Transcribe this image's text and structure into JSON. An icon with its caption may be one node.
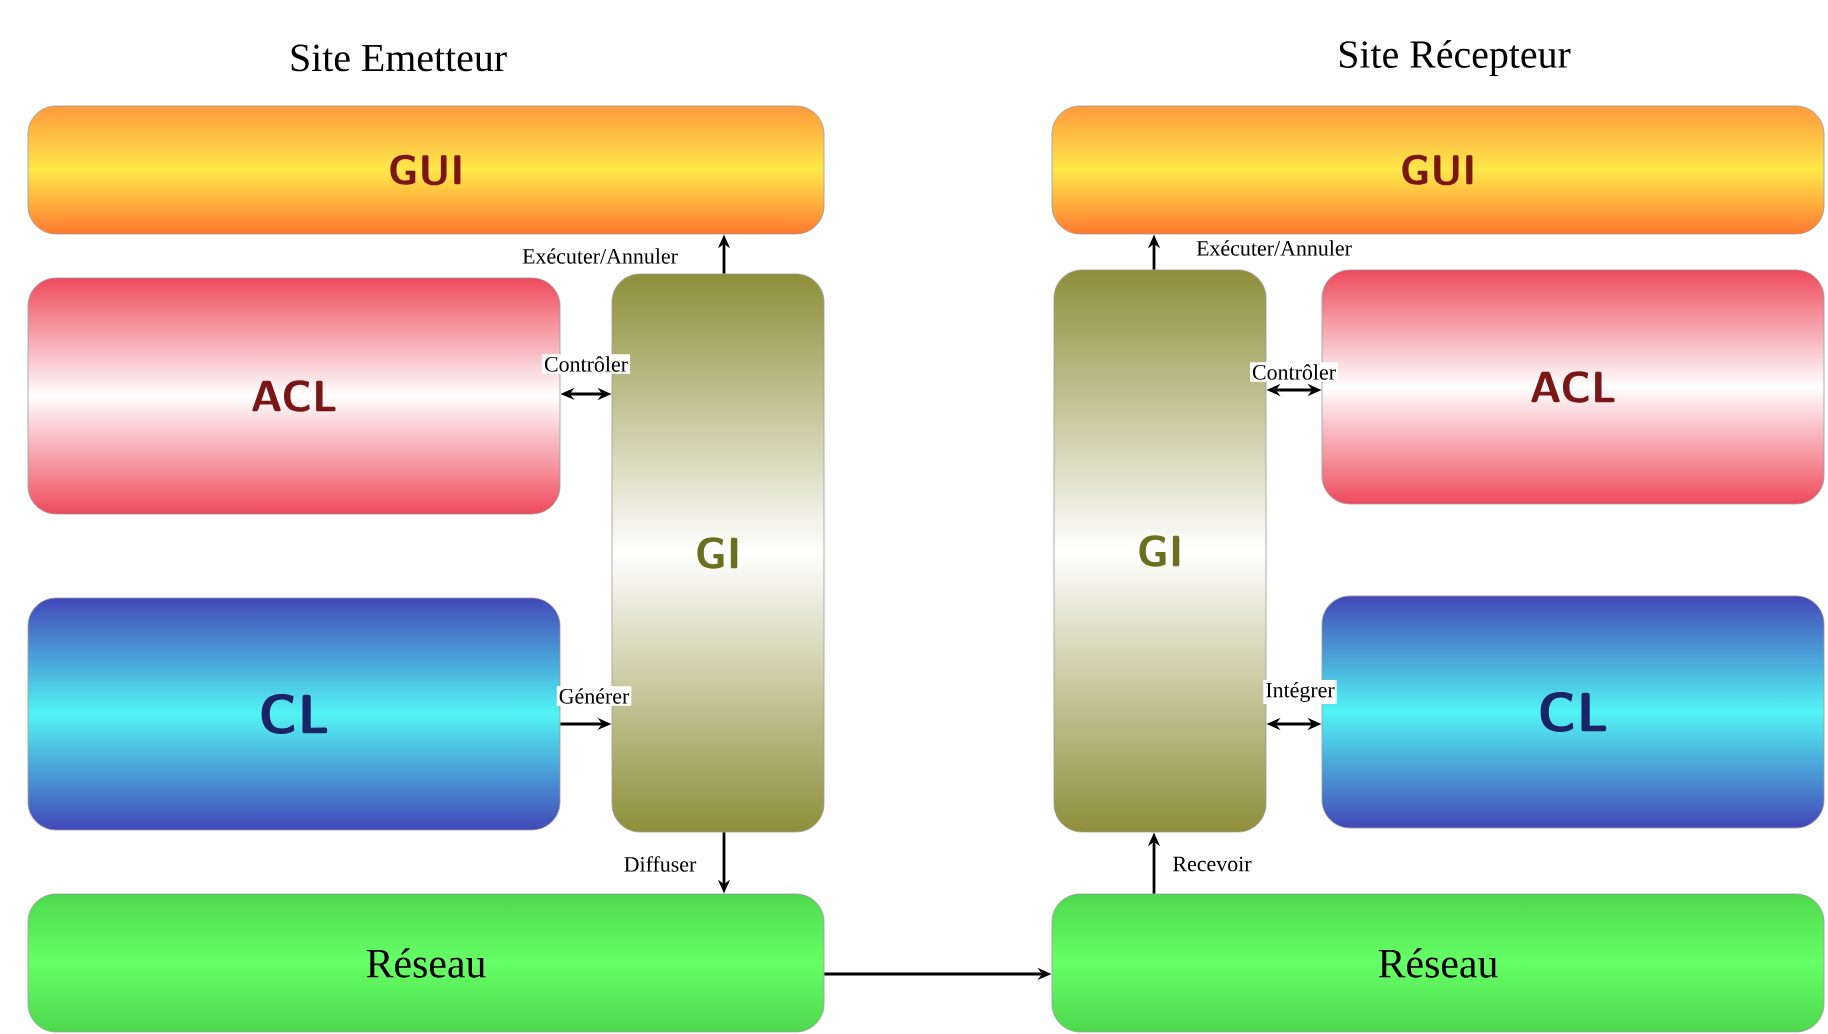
{
  "diagram": {
    "nodes": [
      {
        "text": [
          "GUI"
        ]
      },
      {
        "text": [
          "ACL"
        ]
      },
      {
        "text": [
          "GI"
        ]
      },
      {
        "text": [
          "CL"
        ]
      },
      {
        "text": [
          "Réseau"
        ]
      },
      {
        "text": [
          "GUI"
        ]
      },
      {
        "text": [
          "GI"
        ]
      },
      {
        "text": [
          "ACL"
        ]
      },
      {
        "text": [
          "CL"
        ]
      },
      {
        "text": [
          "Réseau"
        ]
      }
    ],
    "edges": [
      {
        "from": 2,
        "to": 0,
        "arrow": "to",
        "label": "Exécuter/Annuler"
      },
      {
        "from": 1,
        "to": 2,
        "arrow": "both",
        "label": "Contrôler"
      },
      {
        "from": 3,
        "to": 2,
        "arrow": "to",
        "label": "Générer"
      },
      {
        "from": 2,
        "to": 4,
        "arrow": "to",
        "label": "Diffuser"
      },
      {
        "from": 4,
        "to": 9,
        "arrow": "to"
      },
      {
        "from": 6,
        "to": 5,
        "arrow": "to",
        "label": "Exécuter/Annuler"
      },
      {
        "from": 6,
        "to": 7,
        "arrow": "both",
        "label": "Contrôler"
      },
      {
        "from": 6,
        "to": 8,
        "arrow": "both",
        "label": "Intégrer"
      },
      {
        "from": 9,
        "to": 6,
        "arrow": "to",
        "label": "Recevoir"
      }
    ],
    "labels": [
      "Site Emetteur",
      "Site Récepteur"
    ]
  }
}
